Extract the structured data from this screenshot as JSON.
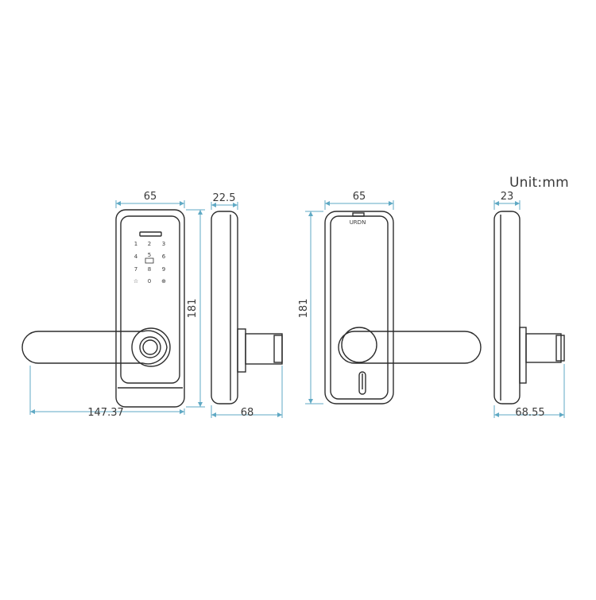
{
  "unit_label": "Unit:mm",
  "views": {
    "front": {
      "width": "65",
      "height": "181",
      "total_width": "147.37",
      "keypad": [
        "1",
        "2",
        "3",
        "4",
        "5",
        "6",
        "7",
        "8",
        "9",
        "☆",
        "0",
        "⊕"
      ]
    },
    "side_front": {
      "width": "22.5",
      "depth": "68"
    },
    "back": {
      "width": "65",
      "height": "181",
      "logo": "URDN"
    },
    "side_back": {
      "width": "23",
      "depth": "68.55"
    }
  },
  "colors": {
    "outline": "#2d2d2d",
    "dimension": "#5fa9c4",
    "text": "#3a3a3a"
  }
}
